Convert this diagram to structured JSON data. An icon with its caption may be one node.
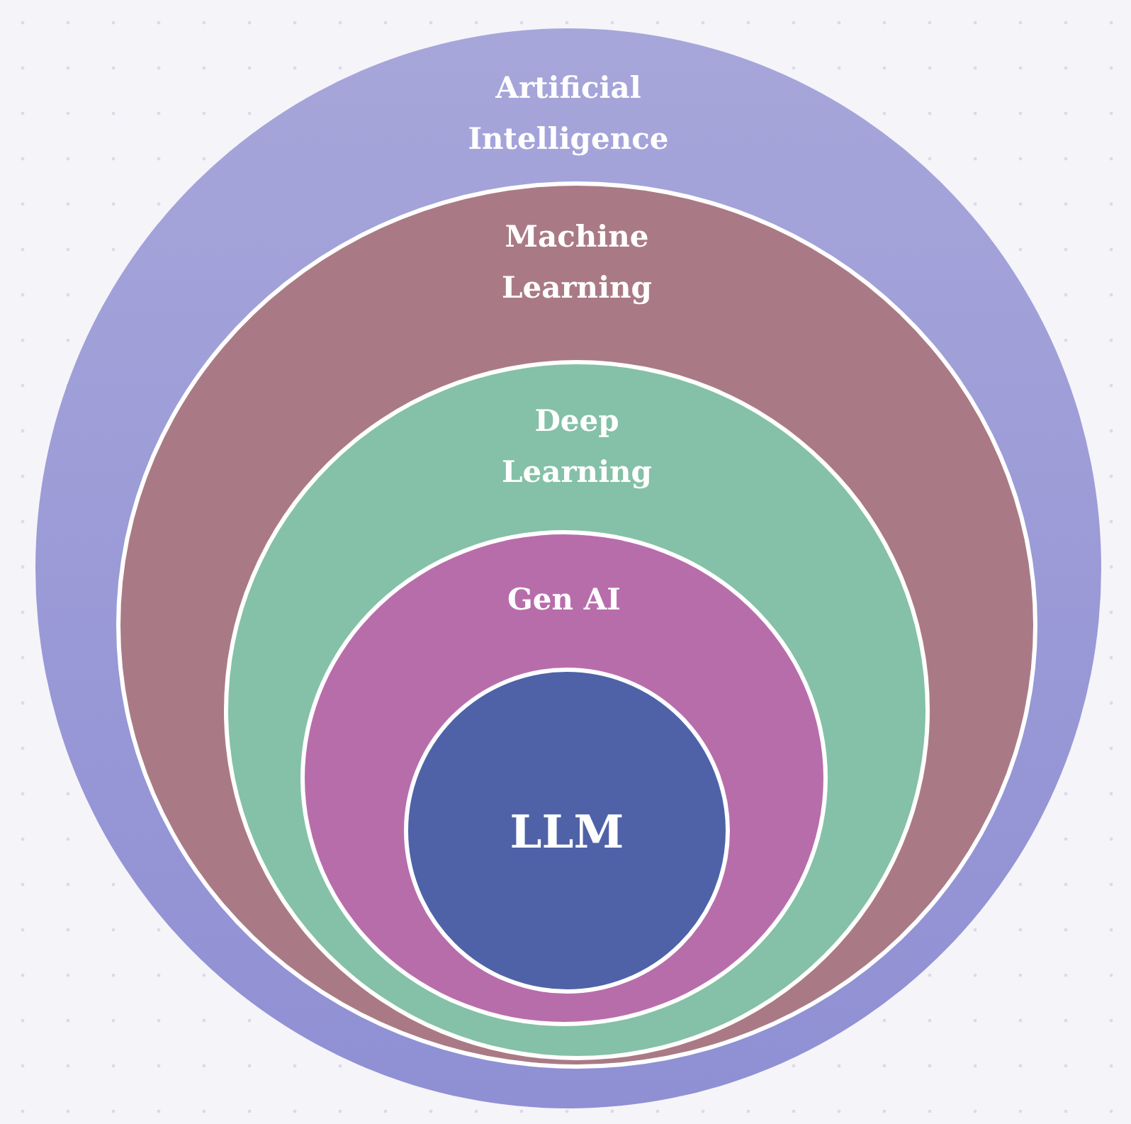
{
  "diagram": {
    "nodes": [
      {
        "text": [
          "Artificial Intelligence"
        ]
      },
      {
        "text": [
          "Machine Learning"
        ],
        "in": 0
      },
      {
        "text": [
          "Deep Learning"
        ],
        "in": 1
      },
      {
        "text": [
          "Gen AI"
        ],
        "in": 2
      },
      {
        "text": [
          "LLM"
        ],
        "in": 3
      }
    ]
  }
}
